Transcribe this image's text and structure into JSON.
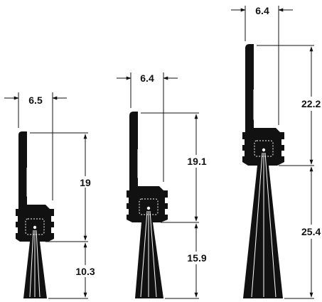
{
  "colors": {
    "profile": "#111111",
    "background": "#ffffff",
    "highlight": "#ffffff"
  },
  "profiles": [
    {
      "id": "small",
      "width_label": "6.5",
      "holder_label": "19",
      "brush_label": "10.3"
    },
    {
      "id": "medium",
      "width_label": "6.4",
      "holder_label": "19.1",
      "brush_label": "15.9"
    },
    {
      "id": "large",
      "width_label": "6.4",
      "holder_label": "22.2",
      "brush_label": "25.4"
    }
  ]
}
